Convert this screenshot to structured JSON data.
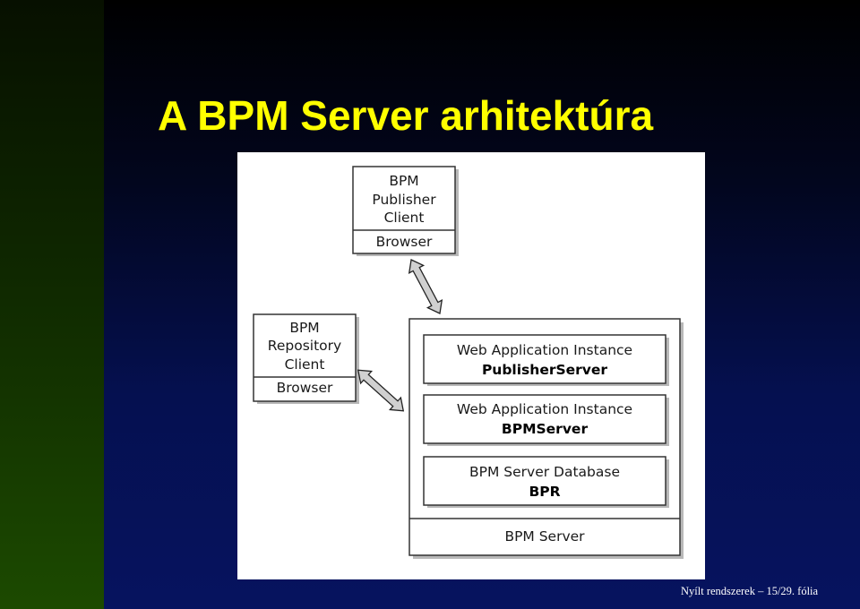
{
  "slide": {
    "title": "A BPM Server arhitektúra",
    "footer": "Nyílt rendszerek – 15/29. fólia"
  },
  "diagram": {
    "publisher_client": {
      "lines": [
        "BPM",
        "Publisher",
        "Client"
      ],
      "browser": "Browser"
    },
    "repository_client": {
      "lines": [
        "BPM",
        "Repository",
        "Client"
      ],
      "browser": "Browser"
    },
    "server": {
      "instance1": {
        "line1": "Web Application Instance",
        "line2": "PublisherServer"
      },
      "instance2": {
        "line1": "Web Application Instance",
        "line2": "BPMServer"
      },
      "database": {
        "line1": "BPM Server Database",
        "line2": "BPR"
      },
      "label": "BPM Server"
    }
  },
  "colors": {
    "title": "#ffff00",
    "sidebar": "#1c4a00",
    "background": "#06135f"
  }
}
